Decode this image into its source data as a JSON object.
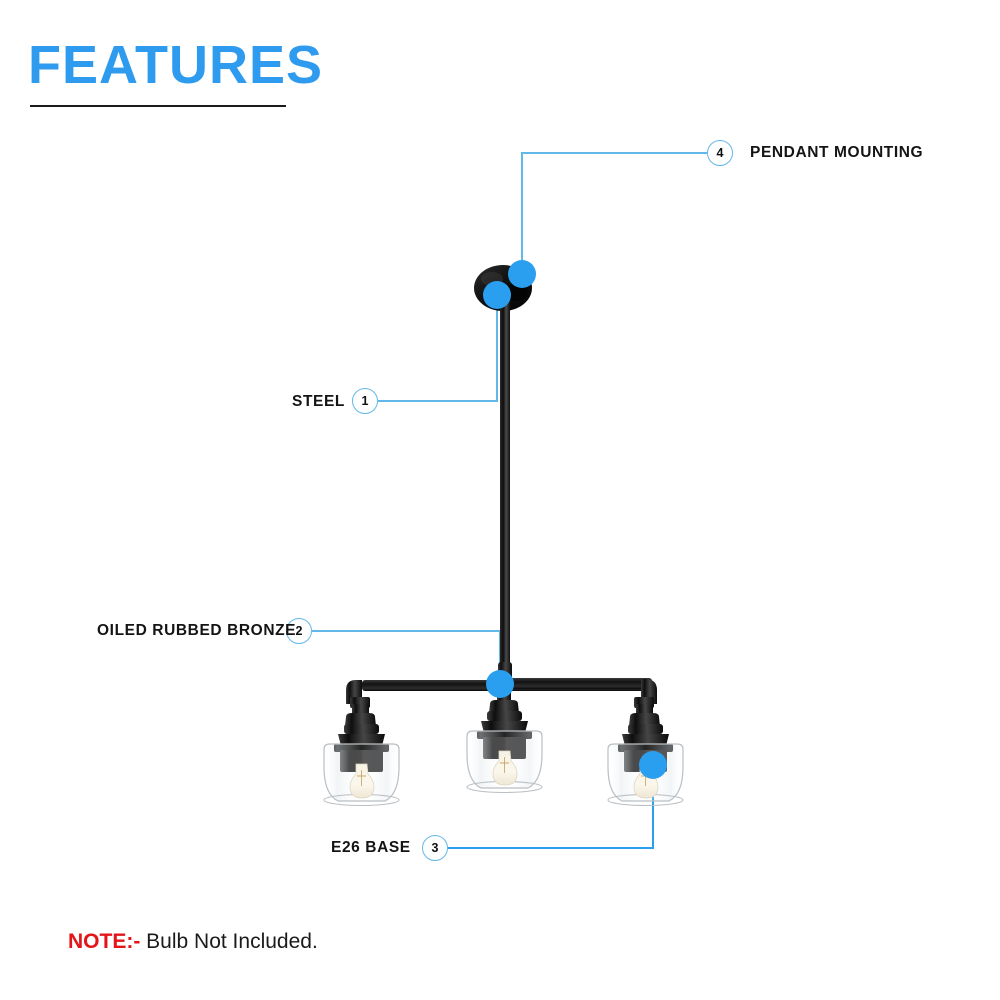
{
  "header": {
    "title": "FEATURES"
  },
  "colors": {
    "title_blue": "#2E9BEF",
    "marker_blue": "#2B9FEF",
    "leader_blue": "#63B8EA",
    "badge_border": "#63B8EA",
    "note_red": "#E3151A",
    "fixture_black": "#171717",
    "glass_outline": "#b9bfc4"
  },
  "callouts": [
    {
      "number": "1",
      "label": "STEEL"
    },
    {
      "number": "2",
      "label": "OILED RUBBED BRONZE"
    },
    {
      "number": "3",
      "label": "E26 BASE"
    },
    {
      "number": "4",
      "label": "PENDANT MOUNTING"
    }
  ],
  "note": {
    "keyword": "NOTE:-",
    "text": "Bulb Not Included."
  },
  "product": {
    "name": "3-light linear pendant chandelier",
    "shade_count": 3,
    "shade_type": "clear glass bell shade",
    "bulb_type": "exposed filament bulb"
  }
}
